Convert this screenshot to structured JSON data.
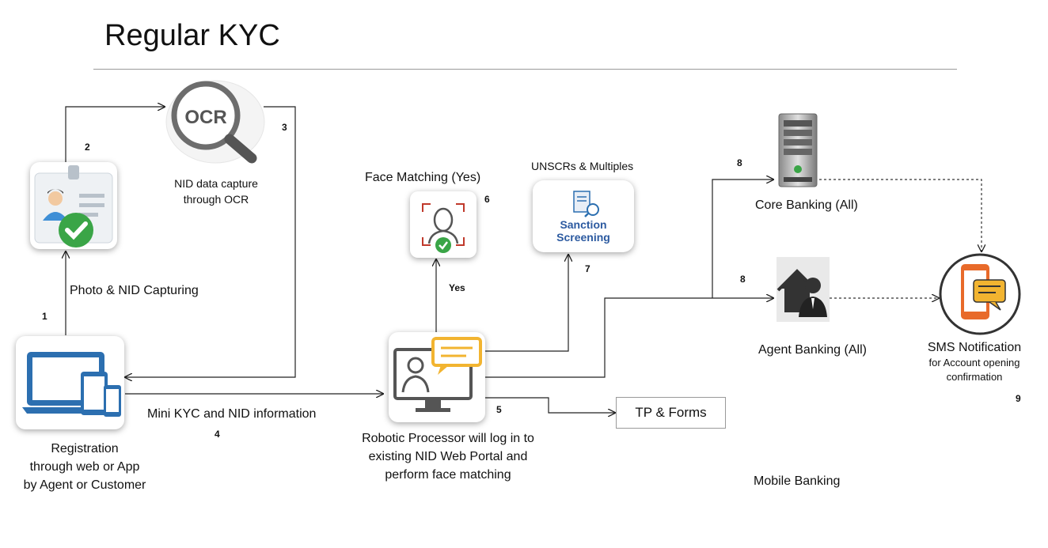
{
  "title": "Regular KYC",
  "nodes": {
    "registration": {
      "line1": "Registration",
      "line2": "through web or App",
      "line3": "by Agent or Customer"
    },
    "photo_nid": {
      "label": "Photo & NID  Capturing"
    },
    "ocr": {
      "icon_text": "OCR",
      "line1": "NID data capture",
      "line2": "through OCR"
    },
    "face_matching": {
      "label": "Face Matching (Yes)"
    },
    "sanction": {
      "caption": "UNSCRs & Multiples",
      "line1": "Sanction",
      "line2": "Screening"
    },
    "robotic": {
      "line1": "Robotic Processor will  log in to",
      "line2": "existing NID Web Portal and",
      "line3": "perform face matching"
    },
    "core_banking": {
      "label": "Core Banking (All)"
    },
    "agent_banking": {
      "label": "Agent Banking (All)"
    },
    "sms": {
      "line1": "SMS Notification",
      "line2": "for  Account opening",
      "line3": "confirmation"
    },
    "tp_forms": {
      "label": "TP & Forms"
    },
    "mobile_banking": {
      "label": "Mobile Banking"
    }
  },
  "edges": {
    "mini_kyc": "Mini KYC and NID information",
    "yes": "Yes"
  },
  "steps": [
    "1",
    "2",
    "3",
    "4",
    "5",
    "6",
    "7",
    "8",
    "8",
    "9"
  ],
  "colors": {
    "accent_blue": "#2c6fb0",
    "green_check": "#3aa547",
    "orange": "#e86a2a",
    "chat_yellow": "#f2b430"
  }
}
